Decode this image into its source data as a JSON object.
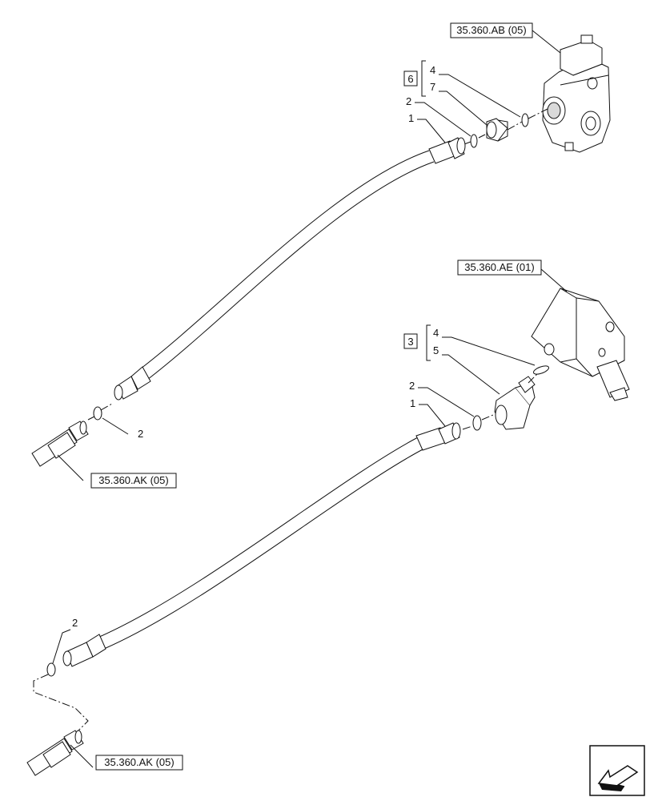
{
  "references": {
    "valve_top": "35.360.AB (05)",
    "valve_mid": "35.360.AE (01)",
    "fitting_upper": "35.360.AK (05)",
    "fitting_lower": "35.360.AK (05)"
  },
  "kits": {
    "upper": {
      "box": "6",
      "items": [
        "4",
        "7"
      ]
    },
    "lower": {
      "box": "3",
      "items": [
        "4",
        "5"
      ]
    }
  },
  "callouts": {
    "upper_hose": "1",
    "upper_oring": "2",
    "upper_left_oring": "2",
    "lower_hose": "1",
    "lower_oring": "2",
    "lower_left_oring": "2"
  },
  "icons": {
    "nav": "arrow-icon"
  }
}
